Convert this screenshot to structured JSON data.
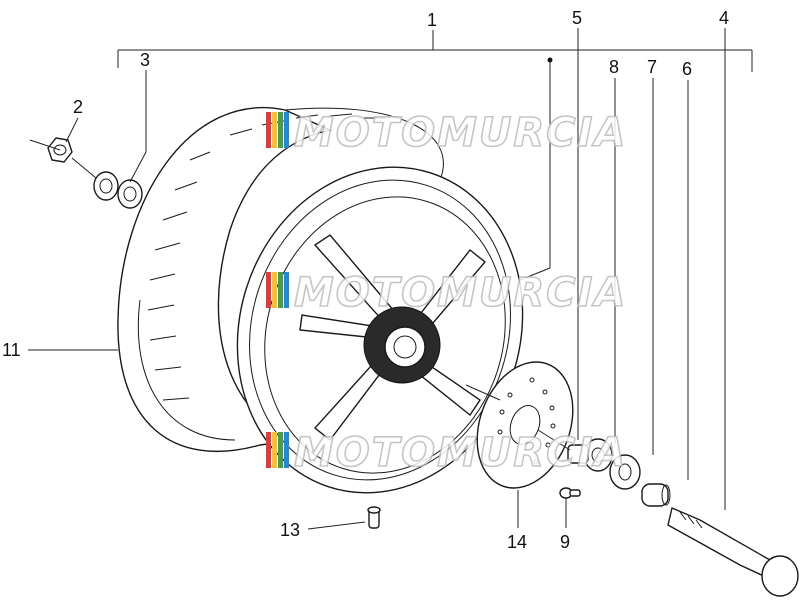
{
  "callouts": [
    {
      "id": "1",
      "label": "1"
    },
    {
      "id": "2",
      "label": "2"
    },
    {
      "id": "3",
      "label": "3"
    },
    {
      "id": "4",
      "label": "4"
    },
    {
      "id": "5",
      "label": "5"
    },
    {
      "id": "6",
      "label": "6"
    },
    {
      "id": "7",
      "label": "7"
    },
    {
      "id": "8",
      "label": "8"
    },
    {
      "id": "9",
      "label": "9"
    },
    {
      "id": "11",
      "label": "11"
    },
    {
      "id": "13",
      "label": "13"
    },
    {
      "id": "14",
      "label": "14"
    }
  ],
  "watermark": {
    "text": "MOTOMURCIA",
    "stripe_colors": [
      "#e53935",
      "#fbc02d",
      "#43a047",
      "#1e88e5"
    ]
  }
}
